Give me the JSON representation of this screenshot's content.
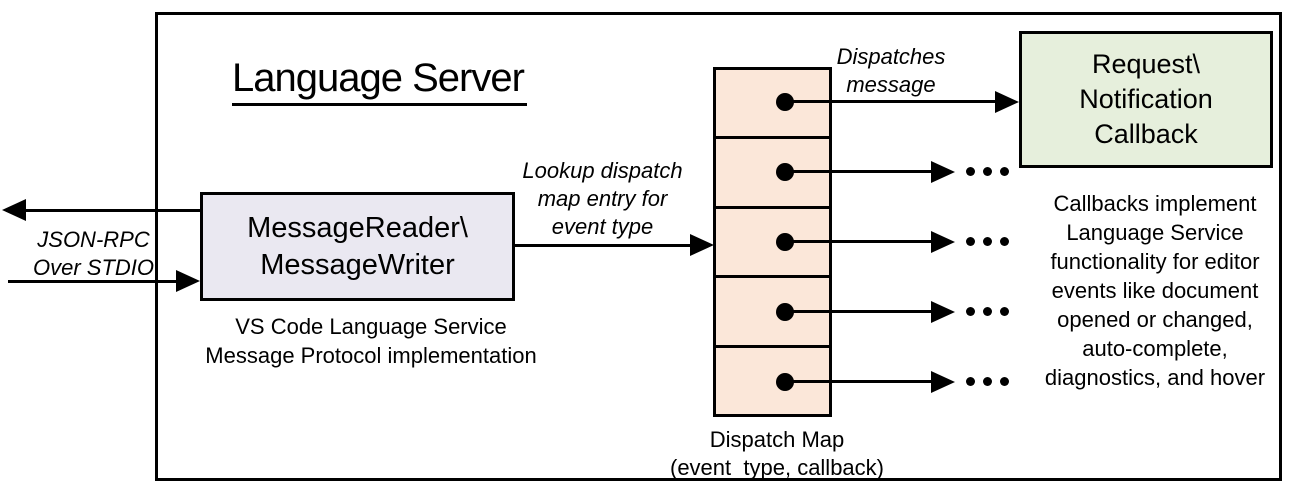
{
  "title": "Language Server",
  "reader_writer_box": {
    "line1": "MessageReader\\",
    "line2": "MessageWriter",
    "caption": {
      "line1": "VS Code Language Service",
      "line2": "Message Protocol implementation"
    }
  },
  "stdio_label": {
    "line1": "JSON-RPC",
    "line2": "Over STDIO"
  },
  "lookup_label": {
    "line1": "Lookup dispatch",
    "line2": "map entry for",
    "line3": "event type"
  },
  "dispatches_label": {
    "line1": "Dispatches",
    "line2": "message"
  },
  "callback_box": {
    "line1": "Request\\",
    "line2": "Notification",
    "line3": "Callback"
  },
  "dispatch_map": {
    "rows": 5,
    "label": {
      "line1": "Dispatch Map",
      "line2": "(event_type, callback)"
    }
  },
  "callbacks_note": {
    "lines": [
      "Callbacks implement",
      "Language Service",
      "functionality for editor",
      "events like document",
      "opened or changed,",
      "auto-complete,",
      "diagnostics, and hover"
    ]
  },
  "ellipsis_glyph": "• • •",
  "colors": {
    "stroke": "#000000",
    "reader_writer_fill": "#EAE8F1",
    "dispatch_cell_fill": "#FBE7D9",
    "callback_fill": "#E6EFDC",
    "background": "#FFFFFF"
  }
}
